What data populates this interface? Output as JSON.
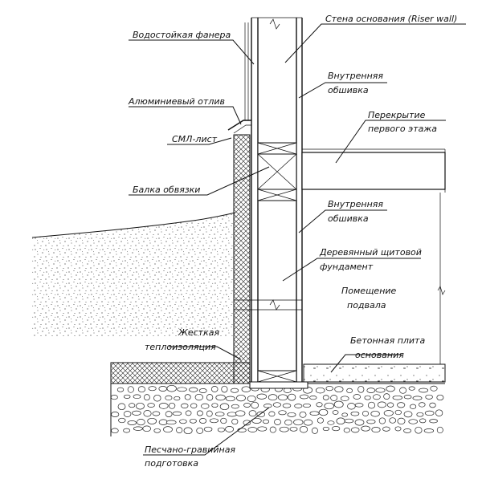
{
  "labels": {
    "riser_wall": "Стена основания (Riser wall)",
    "plywood": "Водостойкая фанера",
    "inner_sheathing_top_1": "Внутренняя",
    "inner_sheathing_top_2": "обшивка",
    "drip": "Алюминиевый отлив",
    "floor_1": "Перекрытие",
    "floor_2": "первого этажа",
    "sml": "СМЛ-лист",
    "beam": "Балка обвязки",
    "inner_sheathing_mid_1": "Внутренняя",
    "inner_sheathing_mid_2": "обшивка",
    "foundation_1": "Деревянный щитовой",
    "foundation_2": "фундамент",
    "basement_1": "Помещение",
    "basement_2": "подвала",
    "insulation_1": "Жесткая",
    "insulation_2": "теплоизоляция",
    "slab_1": "Бетонная плита",
    "slab_2": "основания",
    "gravel_1": "Песчано-гравийная",
    "gravel_2": "подготовка"
  },
  "colors": {
    "line": "#111111",
    "background": "#ffffff"
  }
}
